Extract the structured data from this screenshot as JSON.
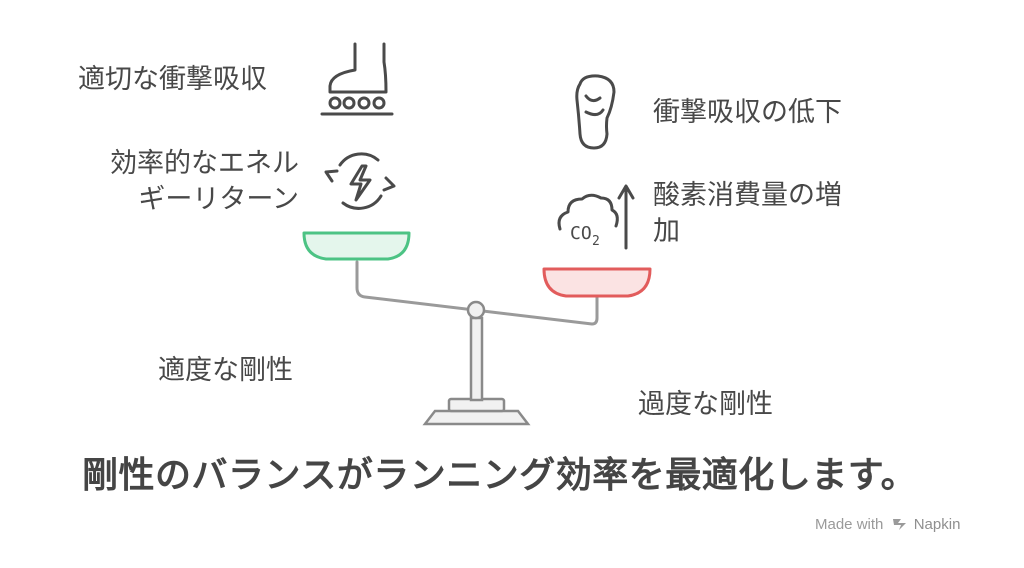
{
  "left_pan": {
    "items": [
      {
        "icon": "foot-on-rollers-icon",
        "label": "適切な衝撃吸収"
      },
      {
        "icon": "energy-return-icon",
        "label_lines": [
          "効率的なエネル",
          "ギーリターン"
        ]
      }
    ],
    "color": "#4cc384",
    "fill": "#e4f6ec"
  },
  "right_pan": {
    "items": [
      {
        "icon": "foot-sole-icon",
        "label": "衝撃吸収の低下"
      },
      {
        "icon": "co2-increase-icon",
        "label_lines": [
          "酸素消費量の増",
          "加"
        ],
        "icon_text": "CO",
        "icon_sub": "2"
      }
    ],
    "color": "#e25c5c",
    "fill": "#fbe3e3"
  },
  "left_caption": "適度な剛性",
  "right_caption": "過度な剛性",
  "title": "剛性のバランスがランニング効率を最適化します。",
  "watermark": {
    "prefix": "Made with",
    "brand": "Napkin"
  }
}
